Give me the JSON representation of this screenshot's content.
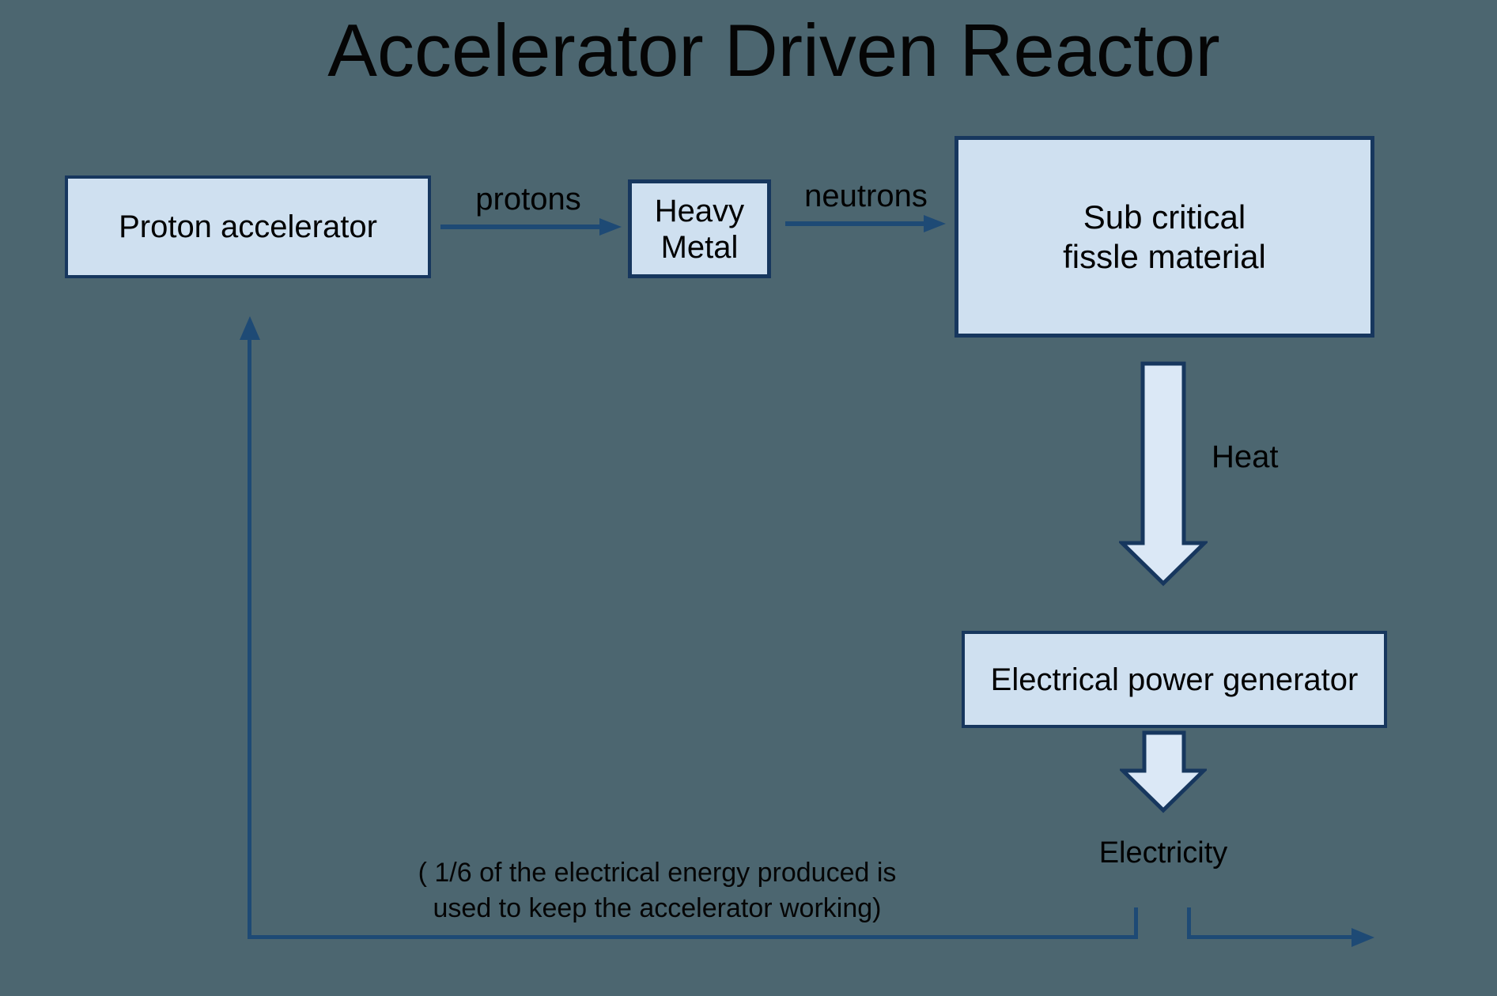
{
  "title": "Accelerator Driven Reactor",
  "nodes": {
    "proton_accelerator": {
      "label": "Proton accelerator"
    },
    "heavy_metal": {
      "line1": "Heavy",
      "line2": "Metal"
    },
    "sub_critical": {
      "line1": "Sub critical",
      "line2": "fissle material"
    },
    "generator": {
      "label": "Electrical power generator"
    }
  },
  "flows": {
    "protons": "protons",
    "neutrons": "neutrons",
    "heat": "Heat",
    "electricity": "Electricity"
  },
  "caption": {
    "line1": "( 1/6 of the electrical energy produced is",
    "line2": "used to keep the accelerator working)"
  },
  "colors": {
    "background": "#4c6670",
    "node_fill": "#cfe0f0",
    "node_border": "#17375e",
    "connector": "#1e4a75",
    "block_arrow_fill": "#dbe8f6",
    "text": "#000000"
  }
}
